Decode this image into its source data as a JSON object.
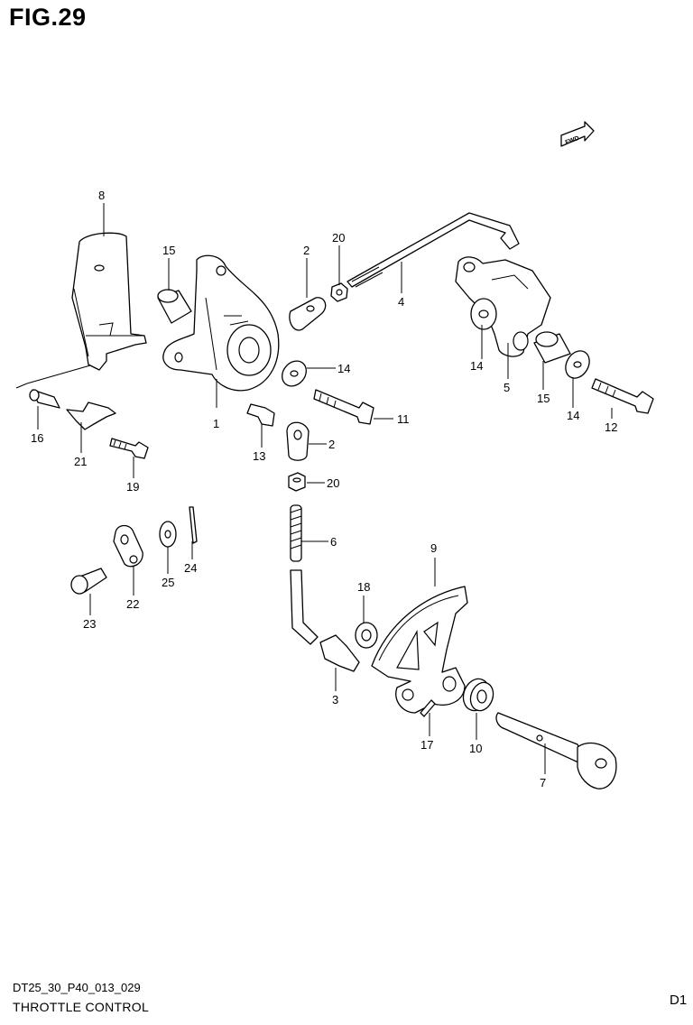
{
  "header": {
    "figure_label": "FIG.29"
  },
  "footer": {
    "code": "DT25_30_P40_013_029",
    "title": "THROTTLE CONTROL",
    "corner_mark": "D1"
  },
  "fwd_icon": {
    "text": "FWD"
  },
  "callouts": [
    {
      "id": "c1",
      "number": "1"
    },
    {
      "id": "c2a",
      "number": "2"
    },
    {
      "id": "c2b",
      "number": "2"
    },
    {
      "id": "c3",
      "number": "3"
    },
    {
      "id": "c4",
      "number": "4"
    },
    {
      "id": "c5",
      "number": "5"
    },
    {
      "id": "c6",
      "number": "6"
    },
    {
      "id": "c7",
      "number": "7"
    },
    {
      "id": "c8",
      "number": "8"
    },
    {
      "id": "c9",
      "number": "9"
    },
    {
      "id": "c10",
      "number": "10"
    },
    {
      "id": "c11",
      "number": "11"
    },
    {
      "id": "c12",
      "number": "12"
    },
    {
      "id": "c13",
      "number": "13"
    },
    {
      "id": "c14a",
      "number": "14"
    },
    {
      "id": "c14b",
      "number": "14"
    },
    {
      "id": "c14c",
      "number": "14"
    },
    {
      "id": "c15a",
      "number": "15"
    },
    {
      "id": "c15b",
      "number": "15"
    },
    {
      "id": "c16",
      "number": "16"
    },
    {
      "id": "c17",
      "number": "17"
    },
    {
      "id": "c18",
      "number": "18"
    },
    {
      "id": "c19",
      "number": "19"
    },
    {
      "id": "c20a",
      "number": "20"
    },
    {
      "id": "c20b",
      "number": "20"
    },
    {
      "id": "c21",
      "number": "21"
    },
    {
      "id": "c22",
      "number": "22"
    },
    {
      "id": "c23",
      "number": "23"
    },
    {
      "id": "c24",
      "number": "24"
    },
    {
      "id": "c25",
      "number": "25"
    }
  ]
}
